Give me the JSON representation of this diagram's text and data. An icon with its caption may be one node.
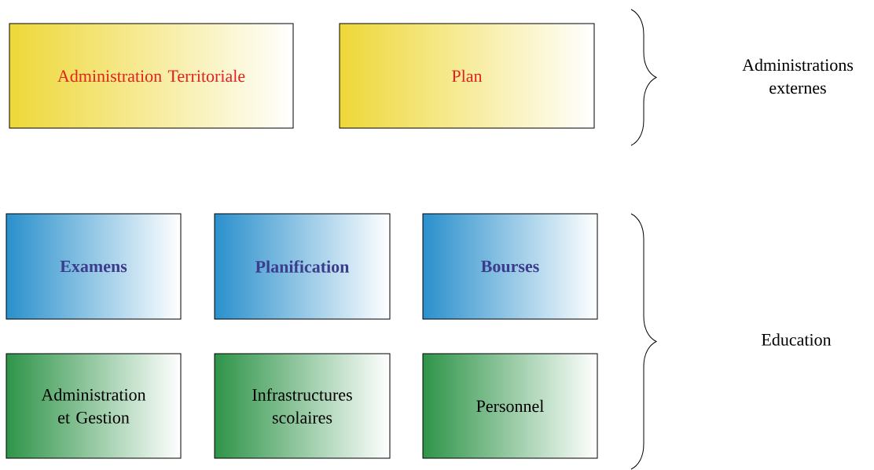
{
  "diagram": {
    "nodes": [
      {
        "text": [
          "Administration Territoriale"
        ]
      },
      {
        "text": [
          "Plan"
        ]
      },
      {
        "text": [
          "Examens"
        ]
      },
      {
        "text": [
          "Planification"
        ]
      },
      {
        "text": [
          "Bourses"
        ]
      },
      {
        "text": [
          "Administration et Gestion"
        ]
      },
      {
        "text": [
          "Infrastructures scolaires"
        ]
      },
      {
        "text": [
          "Personnel"
        ]
      }
    ],
    "labels": [
      "Administrations externes",
      "Education"
    ]
  }
}
